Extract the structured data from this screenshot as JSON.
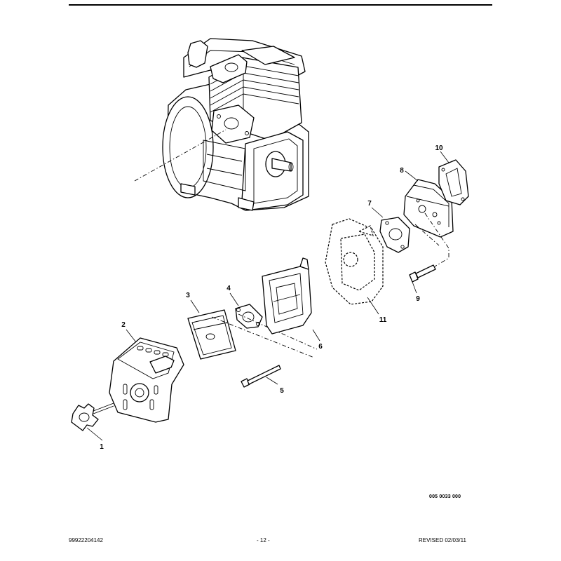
{
  "callouts": [
    "1",
    "2",
    "3",
    "4",
    "5",
    "6",
    "7",
    "8",
    "9",
    "10",
    "11"
  ],
  "drawing_code": "005 0033 000",
  "footer": {
    "part_number": "99922204142",
    "page_number": "- 12 -",
    "revised": "REVISED 02/03/11"
  }
}
